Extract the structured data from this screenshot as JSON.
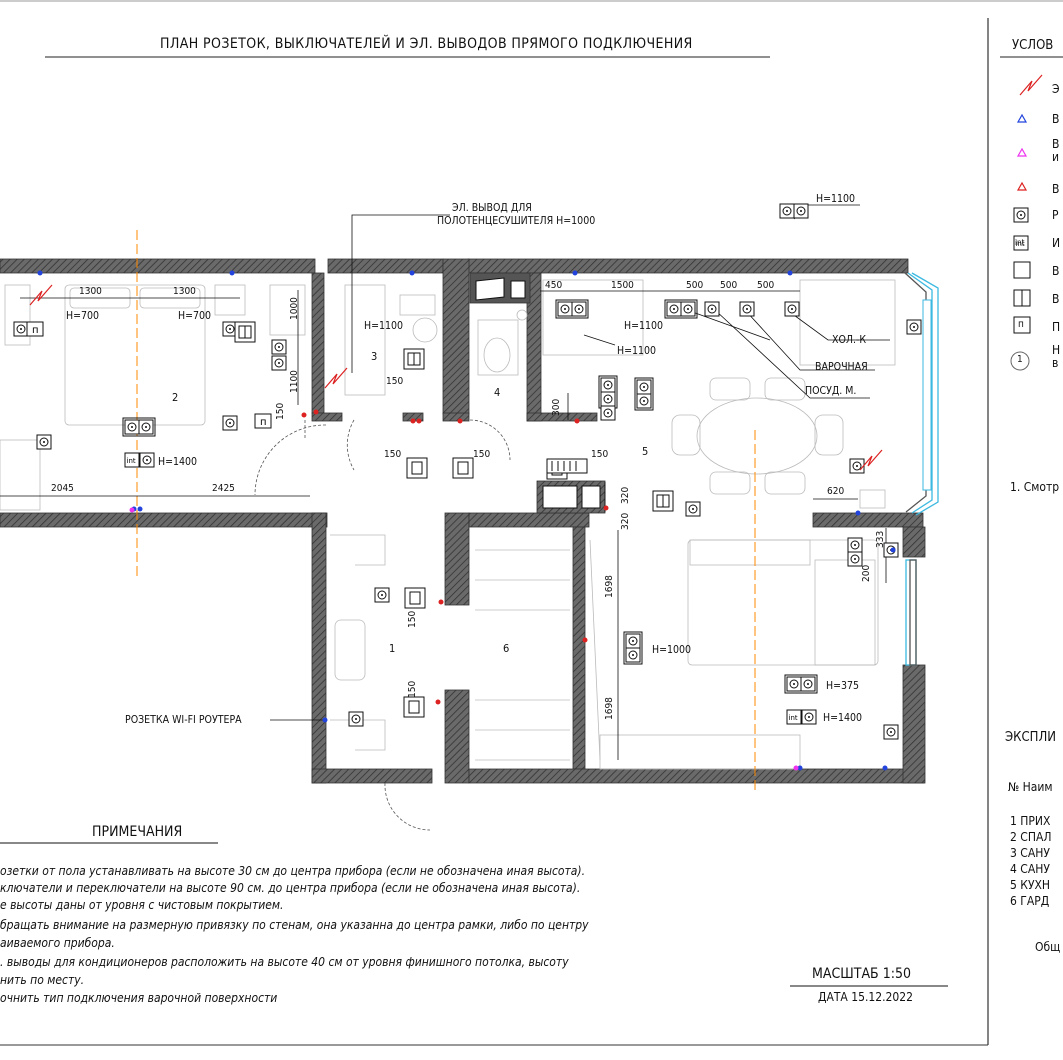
{
  "title": "ПЛАН РОЗЕТОК, ВЫКЛЮЧАТЕЛЕЙ И ЭЛ. ВЫВОДОВ ПРЯМОГО ПОДКЛЮЧЕНИЯ",
  "legend": {
    "title": "УСЛОВ",
    "items": [
      "Э",
      "В",
      "В и",
      "В",
      "Р",
      "И",
      "В",
      "В",
      "П",
      "Н в"
    ],
    "sub_mark": "1",
    "int_mark": "int",
    "p_mark": "п"
  },
  "legend_note": "1. Смотр",
  "explication": {
    "title": "ЭКСПЛИ",
    "header": "№  Наим",
    "rows": [
      "1  ПРИХ",
      "2  СПАЛ",
      "3  САНУ",
      "4  САНУ",
      "5  КУХН",
      "6  ГАРД"
    ],
    "total": "Общ"
  },
  "rooms": [
    "1",
    "2",
    "3",
    "4",
    "5",
    "6"
  ],
  "labels": {
    "towel": "ЭЛ. ВЫВОД ДЛЯ",
    "towel2": "ПОЛОТЕНЦЕСУШИТЕЛЯ Н=1000",
    "h1100_top": "Н=1100",
    "h700a": "Н=700",
    "h700b": "Н=700",
    "h1100_bath": "Н=1100",
    "h1100_k1": "Н=1100",
    "h1100_k2": "Н=1100",
    "h1400_bed": "Н=1400",
    "h1000_liv": "Н=1000",
    "h375": "Н=375",
    "h1400_liv": "Н=1400",
    "fridge": "ХОЛ.-К",
    "hob": "ВАРОЧНАЯ",
    "dish": "ПОСУД. М.",
    "router": "РОЗЕТКА WI-FI РОУТЕРА",
    "int": "int",
    "p": "п"
  },
  "dims": {
    "d1300a": "1300",
    "d1300b": "1300",
    "d1000": "1000",
    "d1100": "1100",
    "d150a": "150",
    "d150b": "150",
    "d150c": "150",
    "d150d": "150",
    "d150e": "150",
    "d150f": "150",
    "d150g": "150",
    "d450": "450",
    "d1500": "1500",
    "d500a": "500",
    "d500b": "500",
    "d500c": "500",
    "d300": "300",
    "d320a": "320",
    "d320b": "320",
    "d2045": "2045",
    "d2425": "2425",
    "d620": "620",
    "d333": "333",
    "d200": "200",
    "d1698a": "1698",
    "d1698b": "1698"
  },
  "notes_title": "ПРИМЕЧАНИЯ",
  "notes": [
    "озетки от пола устанавливать на высоте 30 см до центра прибора (если не обозначена иная высота).",
    "ключатели и переключатели на высоте 90 см. до центра прибора (если не обозначена иная высота).",
    "е высоты даны от уровня с чистовым покрытием.",
    "бращать внимание на размерную привязку по стенам, она указанна до центра рамки, либо по центру",
    "аиваемого прибора.",
    ". выводы для кондиционеров расположить на высоте 40 см от уровня финишного потолка, высоту",
    "нить по месту.",
    "очнить тип подключения варочной поверхности"
  ],
  "scale": "МАСШТАБ 1:50",
  "date": "ДАТА 15.12.2022",
  "colors": {
    "wall": "#555555",
    "hatch": "#222222",
    "blue": "#2244dd",
    "red": "#dd2222",
    "magenta": "#ee33ee",
    "orange": "#ff8800",
    "window": "#55ccee"
  }
}
